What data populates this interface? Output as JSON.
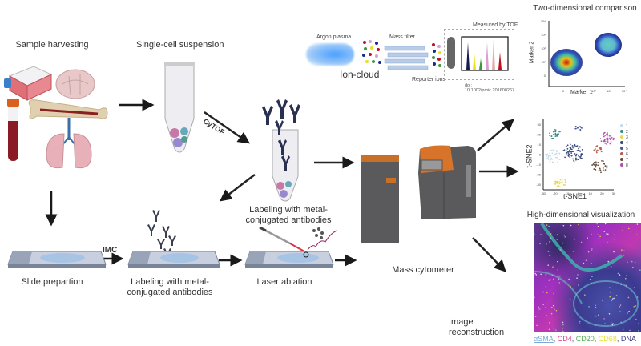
{
  "steps": {
    "sample_harvesting": "Sample harvesting",
    "single_cell_suspension": "Single-cell suspension",
    "labeling_tube_line1": "Labeling with metal-",
    "labeling_tube_line2": "conjugated antibodies",
    "slide_preparation": "Slide prepartion",
    "labeling_slide_line1": "Labeling with metal-",
    "labeling_slide_line2": "conjugated antibodies",
    "laser_ablation": "Laser ablation",
    "mass_cytometer": "Mass cytometer",
    "image_reconstruction": "Image reconstruction"
  },
  "arrow_labels": {
    "cytof": "CyTOF",
    "imc": "IMC"
  },
  "tof_inset": {
    "argon_plasma": "Argon plasma",
    "ion_cloud": "Ion-cloud",
    "mass_filter": "Mass filter",
    "reporter_ions": "Reporter ions",
    "measured_by_tof": "Measured by TOF",
    "doi": "doi: 10.1002/pmic.201600267",
    "peak_colors": [
      "#1a1a4a",
      "#e8e020",
      "#3a9a3a",
      "#d8a0d0",
      "#e0b0b0",
      "#c01020"
    ]
  },
  "two_dim": {
    "title": "Two-dimensional comparison",
    "xlabel": "Marker 1",
    "ylabel": "Marker 2",
    "xticks": [
      "0",
      "10¹",
      "10²",
      "10³",
      "10⁴"
    ],
    "yticks": [
      "0",
      "10¹",
      "10²",
      "10³",
      "10⁴"
    ]
  },
  "tsne": {
    "title": "High-dimensional visualization",
    "xlabel": "t-SNE1",
    "ylabel": "t-SNE2",
    "xticks": [
      "-30",
      "-20",
      "-10",
      "0",
      "10",
      "20",
      "30"
    ],
    "yticks": [
      "30",
      "20",
      "10",
      "0",
      "-10",
      "-20",
      "-30"
    ],
    "legend": [
      {
        "label": "1",
        "color": "#c8dce8"
      },
      {
        "label": "2",
        "color": "#3a8a8a"
      },
      {
        "label": "3",
        "color": "#e8d850"
      },
      {
        "label": "4",
        "color": "#3a4a7a"
      },
      {
        "label": "5",
        "color": "#4a5a9a"
      },
      {
        "label": "6",
        "color": "#b86050"
      },
      {
        "label": "7",
        "color": "#6a4a3a"
      },
      {
        "label": "8",
        "color": "#b050b0"
      }
    ]
  },
  "imc_legend": [
    {
      "label": "αSMA",
      "color": "#7aa8d8"
    },
    {
      "label": "CD4",
      "color": "#e04090"
    },
    {
      "label": "CD20",
      "color": "#50b050"
    },
    {
      "label": "CD68",
      "color": "#e8e040"
    },
    {
      "label": "DNA",
      "color": "#3a3a8a"
    }
  ],
  "separators": [
    ", ",
    ", ",
    ", ",
    ", "
  ]
}
